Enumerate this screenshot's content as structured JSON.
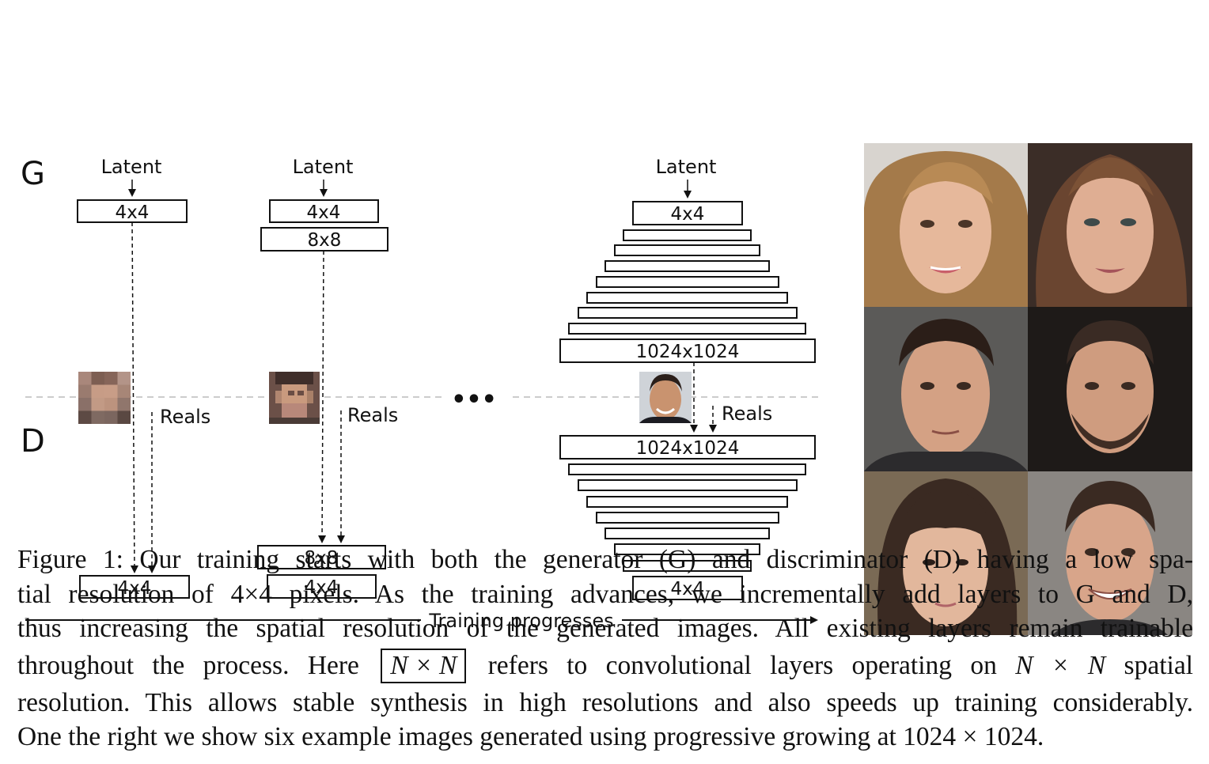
{
  "figure": {
    "g_label": "G",
    "d_label": "D",
    "latent_label": "Latent",
    "reals_label": "Reals",
    "ellipsis": "•••",
    "progress_label": "Training progresses",
    "stages": [
      {
        "g_top": "4x4",
        "d_bottom": "4x4"
      },
      {
        "g_top": "4x4",
        "g_bottom": "8x8",
        "d_top": "8x8",
        "d_bottom": "4x4"
      },
      {
        "g_top": "4x4",
        "g_bottom": "1024x1024",
        "d_top": "1024x1024",
        "d_bottom": "4x4"
      }
    ]
  },
  "caption": {
    "line1": "Figure 1: Our training starts with both the generator (G) and discriminator (D) having a low spa-",
    "line2": "tial resolution of 4×4 pixels. As the training advances, we incrementally add layers to G and D,",
    "line3": "thus increasing the spatial resolution of the generated images. All existing layers remain trainable",
    "line4_a": "throughout the process. Here",
    "line4_box": "N × N",
    "line4_b": "refers to convolutional layers operating on",
    "line4_math": "N × N",
    "line4_c": "spatial",
    "line5": "resolution. This allows stable synthesis in high resolutions and also speeds up training considerably.",
    "line6": "One the right we show six example images generated using progressive growing at 1024 × 1024."
  },
  "colors": {
    "skin_light": "#e2b49a",
    "hair_blonde": "#b88a55",
    "hair_dark": "#3a2a22",
    "bg_gray": "#d9d6d2"
  }
}
